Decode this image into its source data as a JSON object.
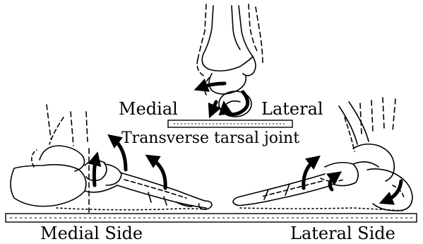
{
  "labels": {
    "medial": "Medial",
    "lateral": "Lateral",
    "joint": "Transverse tarsal joint",
    "medial_side": "Medial Side",
    "lateral_side": "Lateral Side"
  },
  "colors": {
    "ink": "#000000",
    "paper": "#ffffff"
  }
}
